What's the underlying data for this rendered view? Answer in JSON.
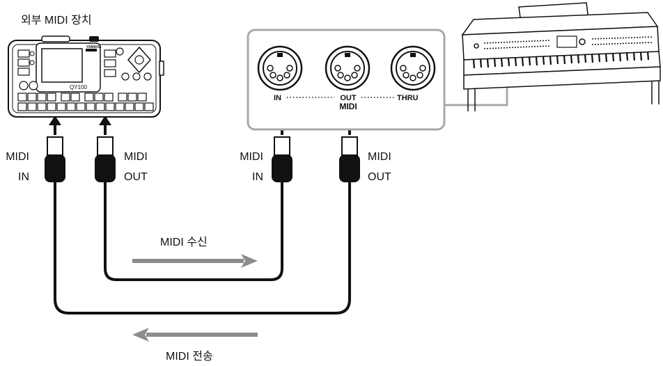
{
  "device_label": "외부 MIDI 장치",
  "device_brand": "YAMAHA",
  "device_model": "QY100",
  "cables": [
    {
      "top": "MIDI",
      "bottom": "IN"
    },
    {
      "top": "MIDI",
      "bottom": "OUT"
    },
    {
      "top": "MIDI",
      "bottom": "IN"
    },
    {
      "top": "MIDI",
      "bottom": "OUT"
    }
  ],
  "ports": {
    "in": "IN",
    "out": "OUT",
    "thru": "THRU",
    "midi": "MIDI"
  },
  "receive_label": "MIDI 수신",
  "transmit_label": "MIDI 전송",
  "colors": {
    "line": "#111111",
    "panel_border": "#a8a8a8",
    "arrow_gray": "#8c8c8c"
  }
}
